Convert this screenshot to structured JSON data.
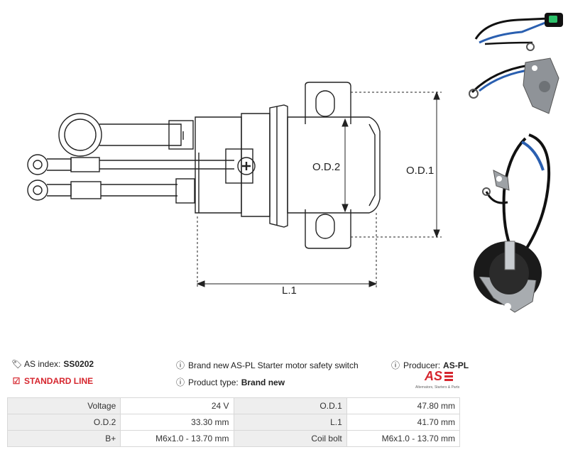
{
  "drawing": {
    "labels": {
      "od2": "O.D.2",
      "od1": "O.D.1",
      "l1": "L.1"
    }
  },
  "photo": {
    "alt": "product-photo"
  },
  "info": {
    "as_index_label": "AS index:",
    "as_index_value": "SS0202",
    "line": "STANDARD LINE",
    "description": "Brand new AS-PL Starter motor safety switch",
    "product_type_label": "Product type:",
    "product_type_value": "Brand new",
    "producer_label": "Producer:",
    "producer_value": "AS-PL",
    "logo_text": "AS",
    "logo_tagline": "Alternators, Starters & Parts"
  },
  "specs": {
    "rows": [
      {
        "k1": "Voltage",
        "v1": "24 V",
        "k2": "O.D.1",
        "v2": "47.80 mm"
      },
      {
        "k1": "O.D.2",
        "v1": "33.30 mm",
        "k2": "L.1",
        "v2": "41.70 mm"
      },
      {
        "k1": "B+",
        "v1": "M6x1.0 - 13.70 mm",
        "k2": "Coil bolt",
        "v2": "M6x1.0 - 13.70 mm"
      }
    ]
  },
  "colors": {
    "accent": "#d6262e",
    "header_bg": "#eeeeee",
    "cable_blue": "#2a5fb0"
  }
}
